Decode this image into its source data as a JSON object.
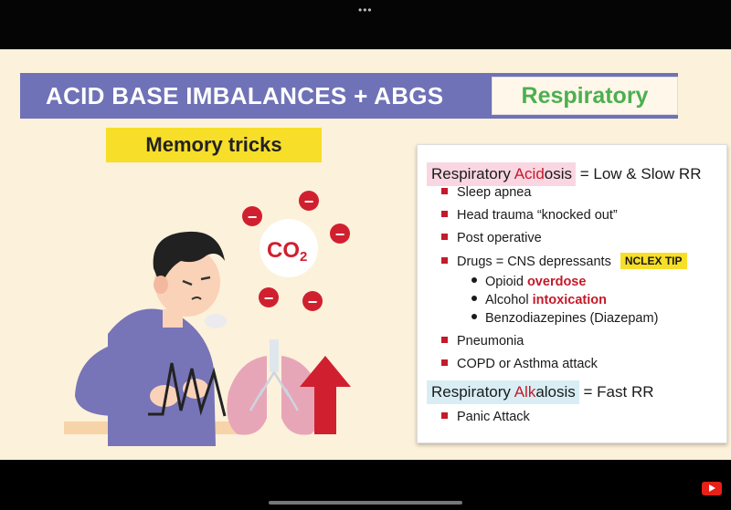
{
  "top_dots": "•••",
  "slide": {
    "title": "ACID BASE IMBALANCES + ABGS",
    "badge": "Respiratory",
    "memory_label": "Memory tricks",
    "co2_label": "CO",
    "co2_sub": "2",
    "minus_sign": "−",
    "acidosis": {
      "prefix": "Respiratory ",
      "highlight": "Acid",
      "suffix": "osis",
      "rest": " = Low & Slow RR",
      "items": [
        "Sleep apnea",
        "Head trauma “knocked out”",
        "Post operative",
        "Drugs = CNS depressants"
      ],
      "nclex_tip": "NCLEX TIP",
      "subitems": [
        {
          "text": "Opioid ",
          "emph": "overdose"
        },
        {
          "text": "Alcohol ",
          "emph": "intoxication"
        },
        {
          "text": "Benzodiazepines (Diazepam)",
          "emph": ""
        }
      ],
      "items_after": [
        "Pneumonia",
        "COPD or Asthma attack"
      ]
    },
    "alkalosis": {
      "prefix": "Respiratory ",
      "highlight": "Alk",
      "suffix": "alosis",
      "rest": " = Fast RR",
      "items": [
        "Panic Attack"
      ]
    }
  },
  "colors": {
    "slide_bg": "#fcf1da",
    "title_bar": "#6f72b6",
    "badge_text": "#4caf50",
    "highlight_yellow": "#f7de28",
    "accent_red": "#c41a2a",
    "acidosis_highlight": "#f9d6e2",
    "alkalosis_highlight": "#d9eef4"
  },
  "icons": [
    "co2-molecule-icon",
    "minus-circle-icon",
    "lungs-icon",
    "up-arrow-icon",
    "youtube-logo-icon"
  ]
}
